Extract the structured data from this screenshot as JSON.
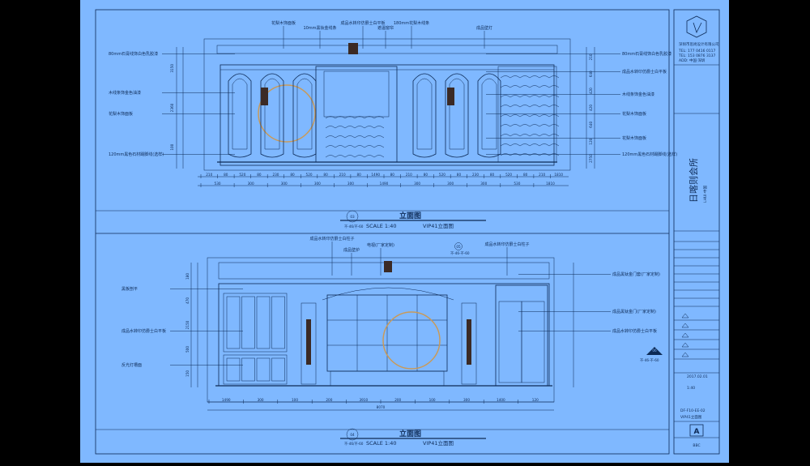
{
  "colors": {
    "sheet": "#7fb8ff",
    "ink": "#0d2a55",
    "frame": "#000000",
    "accent": "#c89a5a",
    "dark_block": "#3b2a25"
  },
  "upper_elevation": {
    "drawing_no": "03",
    "ref": "不-46/不-60",
    "title": "立面图",
    "scale": "SCALE 1:40",
    "name": "VIP41立面图",
    "labels_top": [
      "花梨木饰面板",
      "10mm黑钛金线条",
      "成品水转印仿爵士白平板",
      "遮温窗帘",
      "180mm花梨木线条",
      "成品壁灯"
    ],
    "labels_left": [
      "80mm石膏线饰白色乳胶漆",
      "木线条饰金色油漆",
      "花梨木饰面板",
      "120mm黑色石材踢脚线(选样)"
    ],
    "labels_right": [
      "80mm石膏线饰白色乳胶漆",
      "成品水转印仿爵士白平板",
      "木线条饰金色油漆",
      "花梨木饰面板",
      "花梨木饰面板",
      "120mm黑色石材踢脚线(选样)"
    ],
    "dims_row1": [
      "210",
      "80",
      "520",
      "80",
      "230",
      "80",
      "520",
      "80",
      "210",
      "80",
      "1490",
      "80",
      "210",
      "80",
      "520",
      "80",
      "230",
      "80",
      "520",
      "80",
      "210",
      "1810"
    ],
    "dims_row2": [
      "530",
      "300",
      "300",
      "300",
      "300",
      "1490",
      "300",
      "300",
      "300",
      "530",
      "1810"
    ],
    "dims_left": [
      "3150",
      "2360",
      "100"
    ],
    "dims_right": [
      "210",
      "640",
      "420",
      "420",
      "640",
      "120",
      "2750"
    ]
  },
  "lower_elevation": {
    "drawing_no": "04",
    "ref": "不-46/不-60",
    "title": "立面图",
    "scale": "SCALE 1:40",
    "name": "VIP41立面图",
    "labels_top": [
      "成品水转印仿爵士白柱子",
      "成品壁炉",
      "电视(厂家定制)",
      "成品水转印仿爵士白柱子"
    ],
    "callout_top": {
      "num": "05",
      "ref": "不-46-不-60"
    },
    "labels_left": [
      "黑板剖平",
      "成品水转印仿爵士白平板",
      "反光灯槽面"
    ],
    "labels_right": [
      "成品黑钛金门套(厂家定制)",
      "成品黑钛金门(厂家定制)",
      "成品水转印仿爵士白平板"
    ],
    "callout_right": {
      "num": "06",
      "ref": "不-46-不-60"
    },
    "dims_row1": [
      "1490",
      "300",
      "100",
      "200",
      "3910",
      "200",
      "100",
      "300",
      "1400",
      "120"
    ],
    "dims_total": "8070",
    "dims_left": [
      "180",
      "470",
      "2150",
      "500",
      "150"
    ]
  },
  "title_block": {
    "company": "深圳市思尚设计有限公司",
    "phone1": "TEL: 177 0416 0117",
    "phone2": "TEL: 153 0876 3137",
    "address": "ADD: 中国·深圳",
    "project": "日喀则会所",
    "project_sub": "LHUI·中国",
    "date": "2017.02.01",
    "scale": "1:40",
    "sheet_code": "DF-F10-EE-02",
    "sheet_name": "VIP41立面图",
    "revision": "A",
    "page": "BBC"
  }
}
